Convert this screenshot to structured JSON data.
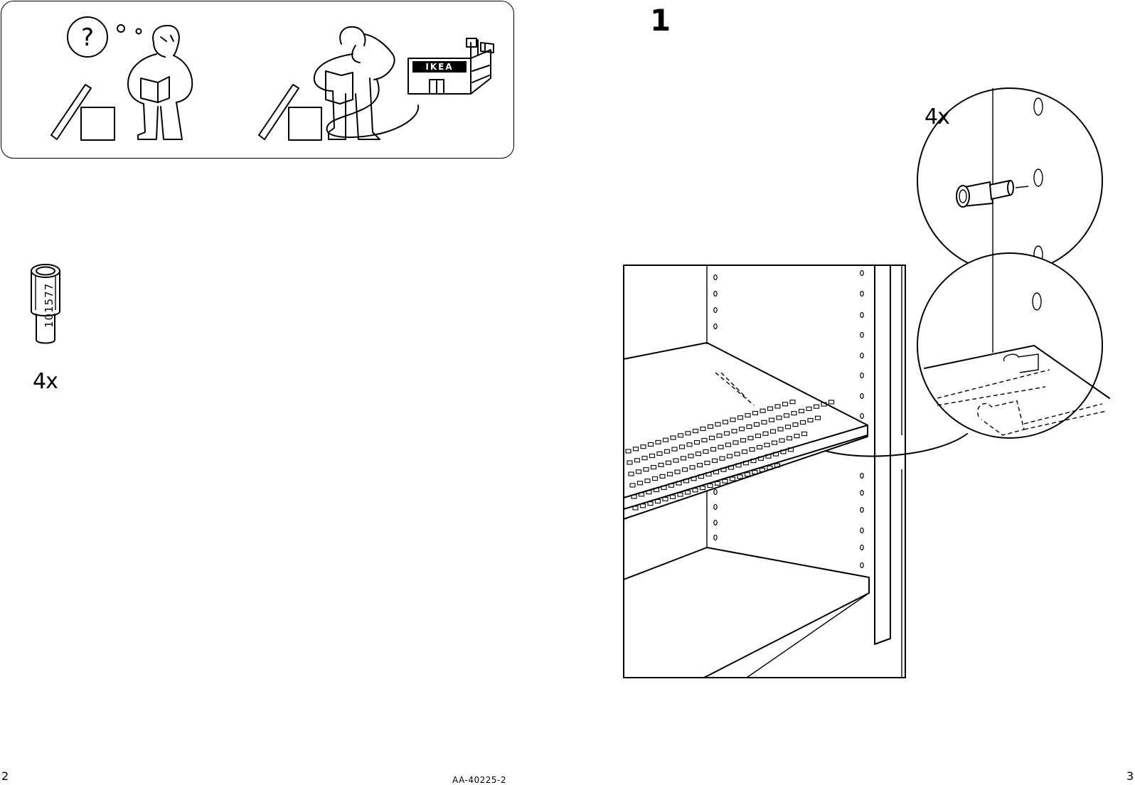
{
  "help_panel": {
    "store_sign": "IKEA"
  },
  "parts": {
    "part_number": "101577",
    "quantity": "4x"
  },
  "step": {
    "number": "1",
    "detail_quantity": "4x"
  },
  "footer": {
    "page_left": "2",
    "doc_code": "AA-40225-2",
    "page_right": "3"
  }
}
